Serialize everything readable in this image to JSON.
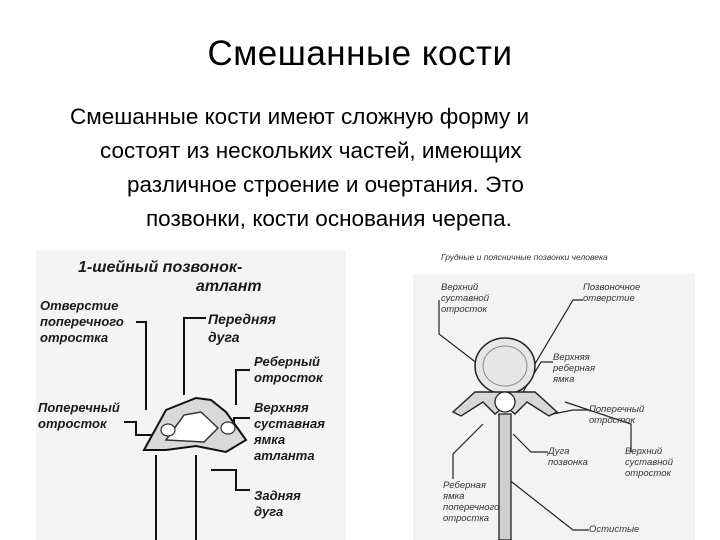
{
  "slide": {
    "title": "Смешанные кости",
    "body_lines": [
      "Смешанные кости имеют сложную форму и",
      "состоят из нескольких частей, имеющих",
      "различное строение и очертания. Это",
      "позвонки, кости основания черепа."
    ]
  },
  "figure_left": {
    "title_line1": "1-шейный позвонок-",
    "title_line2": "атлант",
    "labels": {
      "transverse_foramen": [
        "Отверстие",
        "поперечного",
        "отростка"
      ],
      "transverse_process": [
        "Поперечный",
        "отросток"
      ],
      "anterior_arch": [
        "Передняя",
        "дуга"
      ],
      "costal_process": [
        "Реберный",
        "отросток"
      ],
      "superior_facet": [
        "Верхняя",
        "суставная",
        "ямка",
        "атланта"
      ],
      "posterior_arch": [
        "Задняя",
        "дуга"
      ]
    }
  },
  "figure_right": {
    "caption": "Грудные и поясничные позвонки человека",
    "labels": {
      "sup_articular": [
        "Верхний",
        "суставной",
        "отросток"
      ],
      "vertebral_foramen": [
        "Позвоночное",
        "отверстие"
      ],
      "sup_costal_fovea": [
        "Верхняя",
        "реберная",
        "ямка"
      ],
      "transverse_process": [
        "Поперечный",
        "отросток"
      ],
      "arch": [
        "Дуга",
        "позвонка"
      ],
      "sup_articular_2": [
        "Верхний",
        "суставной",
        "отросток"
      ],
      "costal_fovea_transverse": [
        "Реберная",
        "ямка",
        "поперечного",
        "отростка"
      ],
      "spinous": [
        "Остистые"
      ]
    }
  }
}
